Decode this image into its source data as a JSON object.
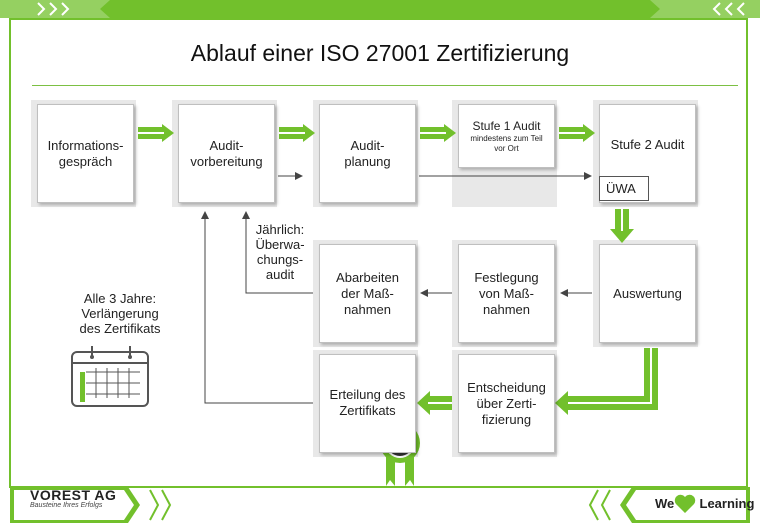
{
  "title": "Ablauf einer ISO 27001 Zertifizierung",
  "boxes": {
    "info": {
      "line1": "Informations-",
      "line2": "gespräch"
    },
    "vorbereitung": {
      "line1": "Audit-",
      "line2": "vorbereitung"
    },
    "planung": {
      "line1": "Audit-",
      "line2": "planung"
    },
    "stufe1": {
      "title": "Stufe 1 Audit",
      "sub1": "mindestens zum Teil",
      "sub2": "vor Ort"
    },
    "stufe2": {
      "title": "Stufe 2 Audit",
      "tag": "ÜWA"
    },
    "auswertung": {
      "label": "Auswertung"
    },
    "festlegung": {
      "line1": "Festlegung",
      "line2": "von Maß-",
      "line3": "nahmen"
    },
    "abarbeiten": {
      "line1": "Abarbeiten",
      "line2": "der Maß-",
      "line3": "nahmen"
    },
    "erteilung": {
      "line1": "Erteilung des",
      "line2": "Zertifikats"
    },
    "entscheidung": {
      "line1": "Entscheidung",
      "line2": "über Zerti-",
      "line3": "fizierung"
    }
  },
  "notes": {
    "jaehrlich": {
      "line1": "Jährlich:",
      "line2": "Überwa-",
      "line3": "chungs-",
      "line4": "audit"
    },
    "drei_jahre": {
      "line1": "Alle 3 Jahre:",
      "line2": "Verlängerung",
      "line3": "des Zertifikats"
    }
  },
  "footer": {
    "company_name": "VOREST AG",
    "company_tagline": "Bausteine Ihres Erfolgs",
    "slogan_we": "We",
    "slogan_learning": "Learning"
  },
  "colors": {
    "brand_green": "#72c02c",
    "light_green": "#a6d96a"
  }
}
